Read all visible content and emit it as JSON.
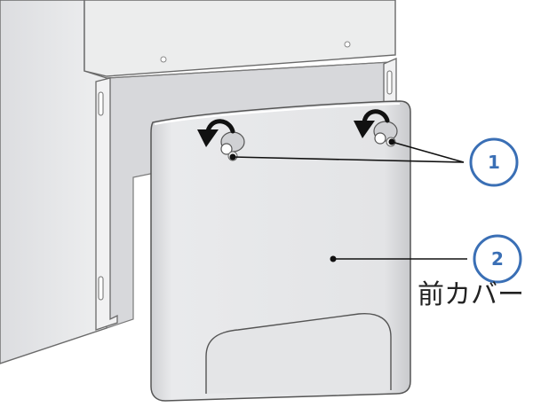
{
  "callouts": [
    {
      "number": "1"
    },
    {
      "number": "2",
      "label": "前カバー"
    }
  ],
  "colors": {
    "callout": "#3a6fb5",
    "outline": "#555555",
    "panel": "#e6e7e9",
    "cover": "#dcdde0",
    "leader": "#111111"
  }
}
